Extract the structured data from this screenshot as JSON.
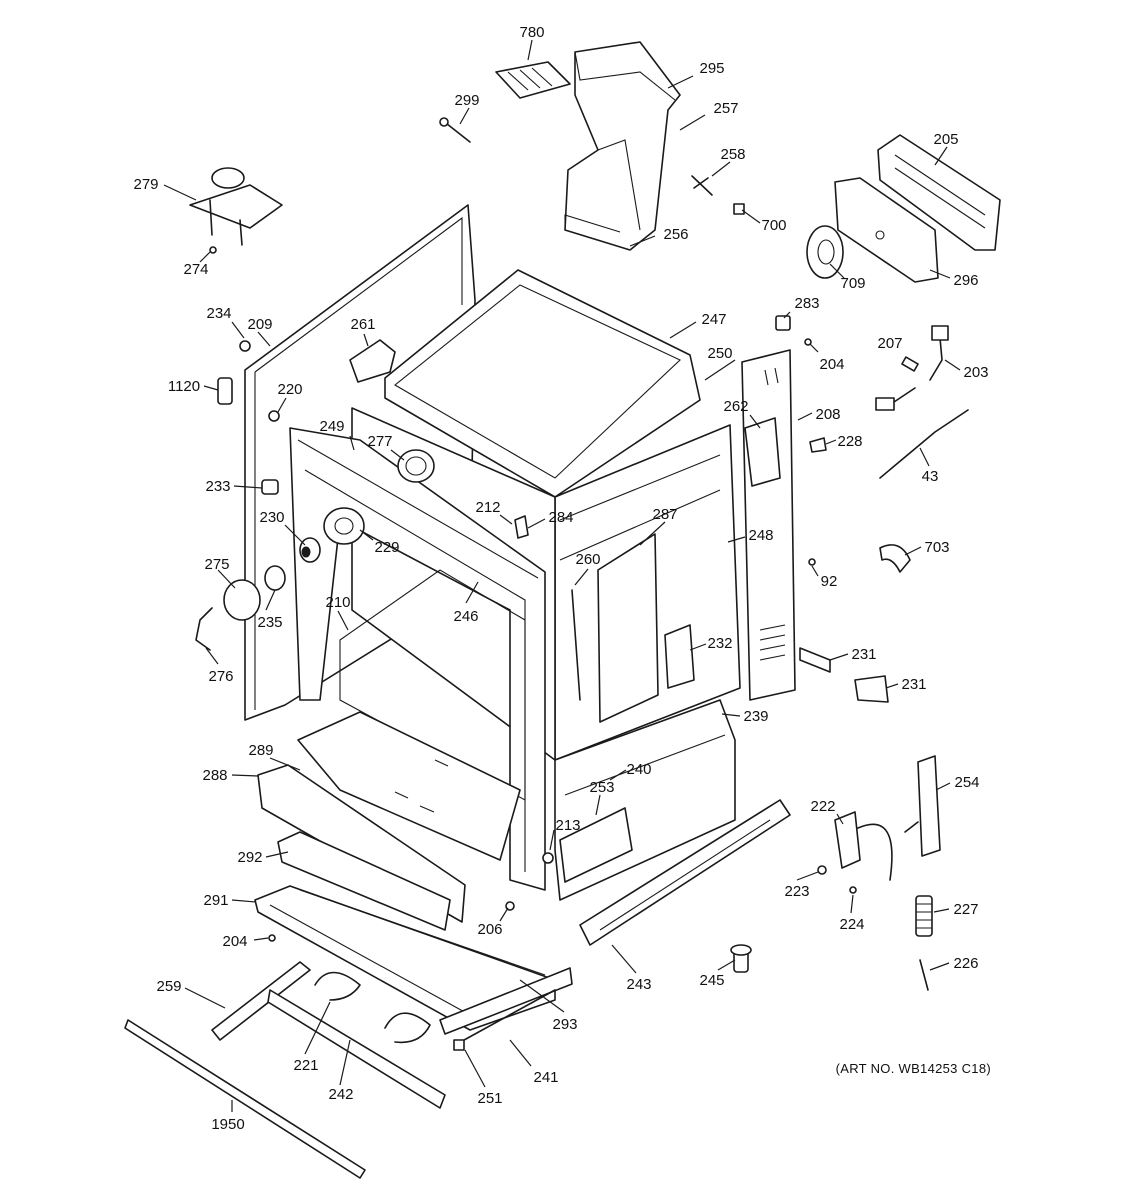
{
  "art_number": "(ART NO. WB14253 C18)",
  "callouts": [
    "780",
    "295",
    "299",
    "257",
    "258",
    "279",
    "700",
    "205",
    "256",
    "274",
    "709",
    "296",
    "234",
    "209",
    "261",
    "247",
    "283",
    "1120",
    "220",
    "250",
    "204",
    "207",
    "203",
    "249",
    "277",
    "262",
    "208",
    "228",
    "233",
    "43",
    "212",
    "284",
    "287",
    "230",
    "229",
    "248",
    "260",
    "703",
    "275",
    "92",
    "210",
    "246",
    "235",
    "232",
    "231",
    "231",
    "276",
    "239",
    "289",
    "254",
    "288",
    "240",
    "253",
    "222",
    "213",
    "292",
    "223",
    "224",
    "291",
    "206",
    "227",
    "204",
    "243",
    "226",
    "259",
    "245",
    "293",
    "221",
    "241",
    "242",
    "251",
    "1950"
  ]
}
